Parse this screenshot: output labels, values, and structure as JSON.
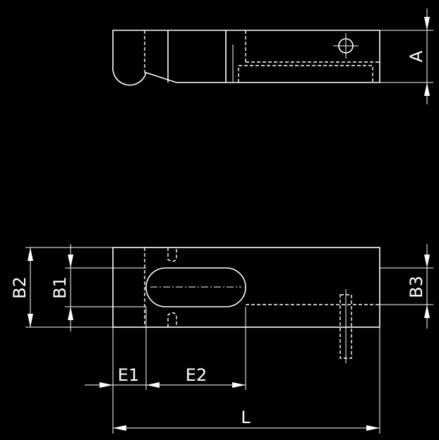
{
  "dimensions": {
    "a": "A",
    "b1": "B1",
    "b2": "B2",
    "b3": "B3",
    "e1": "E1",
    "e2": "E2",
    "l": "L"
  }
}
